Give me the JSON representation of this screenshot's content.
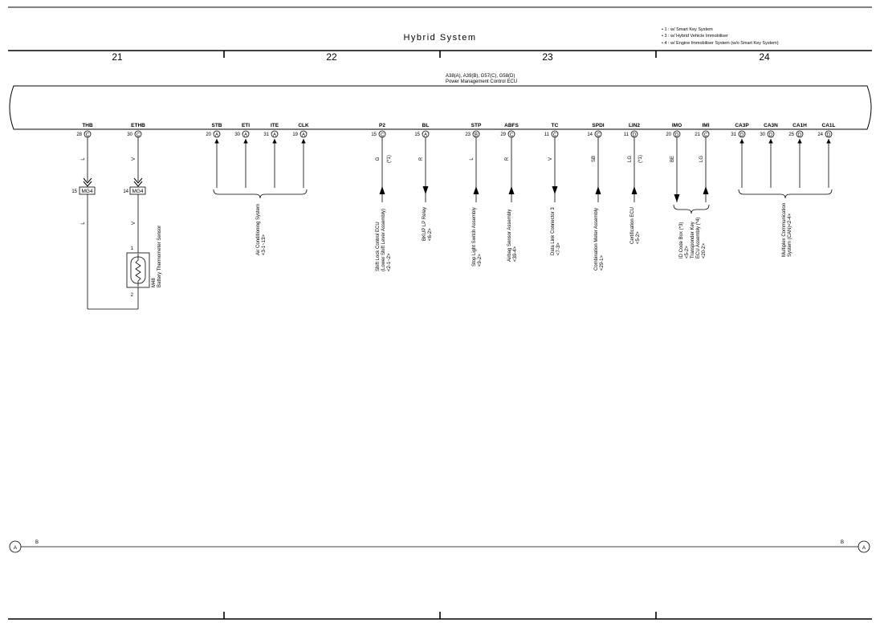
{
  "title": "Hybrid System",
  "notes": [
    "• 1 : w/ Smart Key System",
    "• 3 : w/ Hybrid Vehicle Immobiliser",
    "• 4 : w/ Engine Immobiliser System (w/o Smart Key System)"
  ],
  "sections": [
    "21",
    "22",
    "23",
    "24"
  ],
  "ecu": {
    "connectors": "A38(A), A39(B), G57(C), G58(D)",
    "name": "Power Management Control ECU"
  },
  "pins": [
    {
      "label": "THB",
      "num": "28",
      "conn": "C"
    },
    {
      "label": "ETHB",
      "num": "30",
      "conn": "C"
    },
    {
      "label": "STB",
      "num": "20",
      "conn": "A"
    },
    {
      "label": "ETI",
      "num": "30",
      "conn": "A"
    },
    {
      "label": "ITE",
      "num": "31",
      "conn": "A"
    },
    {
      "label": "CLK",
      "num": "19",
      "conn": "A"
    },
    {
      "label": "P2",
      "num": "15",
      "conn": "C"
    },
    {
      "label": "BL",
      "num": "15",
      "conn": "A"
    },
    {
      "label": "STP",
      "num": "23",
      "conn": "B"
    },
    {
      "label": "ABFS",
      "num": "29",
      "conn": "C"
    },
    {
      "label": "TC",
      "num": "11",
      "conn": "C"
    },
    {
      "label": "SPDI",
      "num": "14",
      "conn": "C"
    },
    {
      "label": "LIN2",
      "num": "11",
      "conn": "D"
    },
    {
      "label": "IMO",
      "num": "20",
      "conn": "D"
    },
    {
      "label": "IMI",
      "num": "21",
      "conn": "C"
    },
    {
      "label": "CA3P",
      "num": "31",
      "conn": "D"
    },
    {
      "label": "CA3N",
      "num": "30",
      "conn": "D"
    },
    {
      "label": "CA1H",
      "num": "25",
      "conn": "D"
    },
    {
      "label": "CA1L",
      "num": "24",
      "conn": "D"
    }
  ],
  "wire_colors": {
    "thb": "L",
    "thb_lower": "L",
    "ethb": "V",
    "ethb_lower": "V",
    "p2": "G",
    "p2_note": "(*1)",
    "bl": "R",
    "stp": "L",
    "abfs": "R",
    "tc": "V",
    "spdi": "SB",
    "lin2": "LG",
    "lin2_note": "(*1)",
    "imo": "BE",
    "imi": "LG"
  },
  "mg4": {
    "label": "MG4",
    "pin_thb": "15",
    "pin_ethb": "14"
  },
  "sensor": {
    "id": "M48",
    "name": "Battery Thermometer Sensor",
    "pin1": "1",
    "pin2": "2"
  },
  "destinations": {
    "ac": [
      "Air Conditioning System",
      "<3-1~13>"
    ],
    "shift": [
      "Shift Lock Control ECU",
      "(Lower Shift Lever Assembly)",
      "<2-1~2>"
    ],
    "bkup": [
      "BKUP LP Relay",
      "<6-2>"
    ],
    "stop": [
      "Stop Light Switch Assembly",
      "<9-2>"
    ],
    "airbag": [
      "Airbag Sensor Assembly",
      "<39-4>"
    ],
    "dlc": [
      "Data Link Connector 3",
      "<7-3>"
    ],
    "meter": [
      "Combination Meter Assembly",
      "<29-1>"
    ],
    "cert": [
      "Certification ECU",
      "<5-2>"
    ],
    "idcode": [
      "ID Code Box (*3)",
      "<5-2>",
      "Transponder Key",
      "ECU Assembly (*4)",
      "<20-2>"
    ],
    "mpx": [
      "Multiplex Communication",
      "System (CAN)<2-4>"
    ]
  },
  "ground": {
    "left_conn": "A",
    "right_conn": "A",
    "left_label": "B",
    "right_label": "B"
  }
}
